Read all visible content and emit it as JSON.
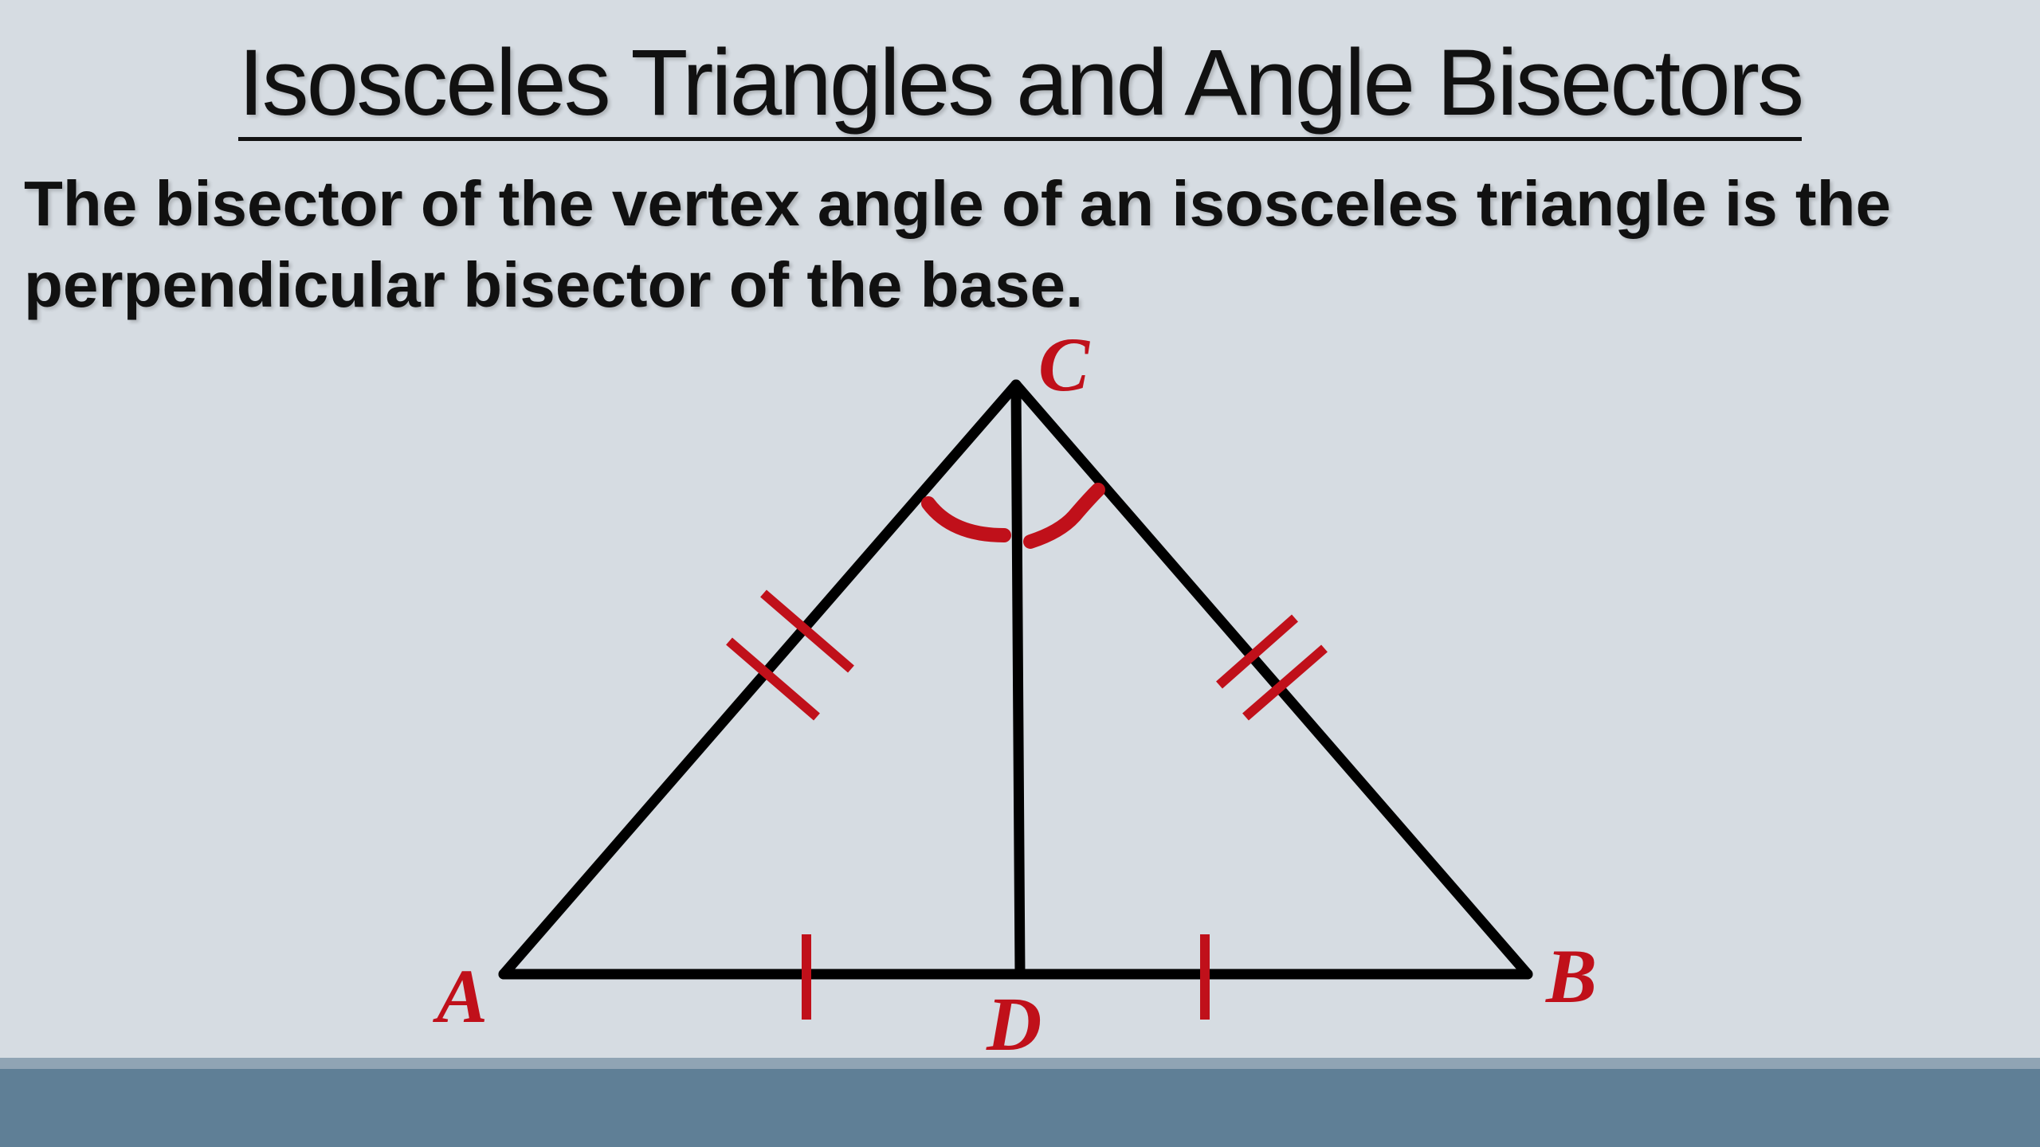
{
  "slide": {
    "title": "Isosceles Triangles and Angle Bisectors",
    "theorem": "The bisector of the vertex angle of an isosceles triangle is the perpendicular bisector of the base."
  },
  "diagram": {
    "labels": {
      "A": "A",
      "B": "B",
      "C": "C",
      "D": "D"
    },
    "colors": {
      "lines": "#000000",
      "marks": "#c0101a",
      "labels": "#c0101a",
      "footer": "#5f7f96",
      "background": "#d6dce2"
    }
  }
}
